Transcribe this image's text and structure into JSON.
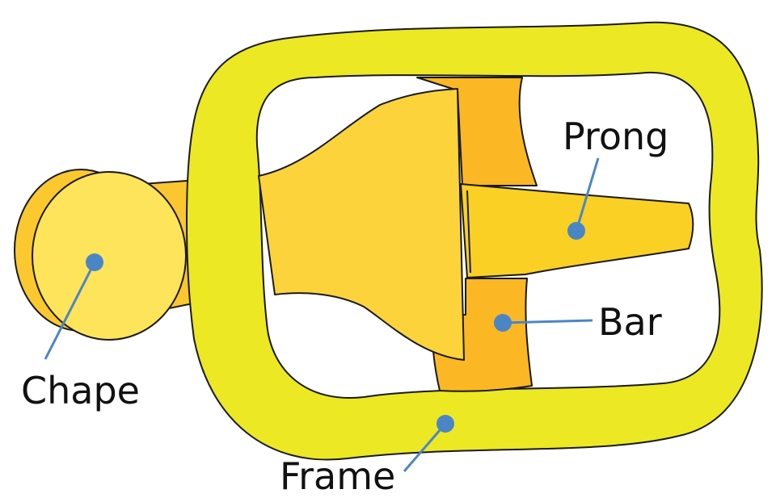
{
  "labels": {
    "prong": "Prong",
    "bar": "Bar",
    "chape": "Chape",
    "frame": "Frame"
  },
  "colors": {
    "frame": "#ece823",
    "prong": "#fbd024",
    "bar": "#fcb724",
    "base": "#fdd33c",
    "chape_back": "#fcc830",
    "chape_face": "#fde45a",
    "strap": "#fcc630",
    "marker": "#4a86c6",
    "outline": "#1a1a1a"
  }
}
